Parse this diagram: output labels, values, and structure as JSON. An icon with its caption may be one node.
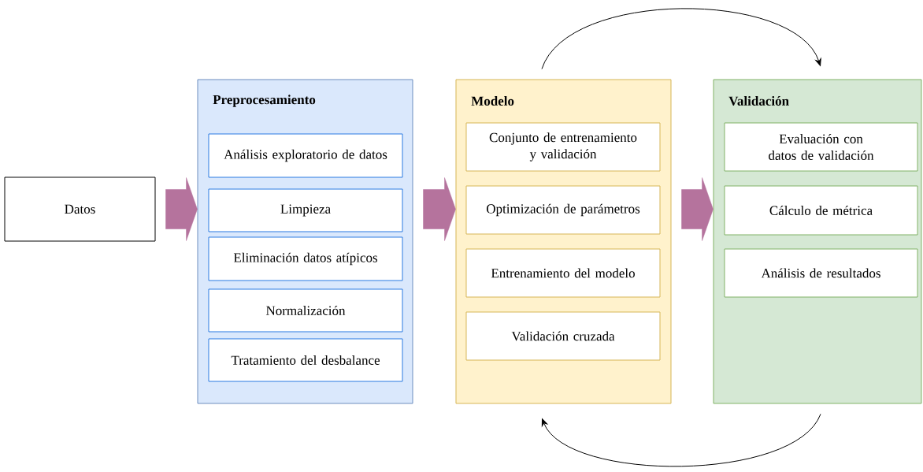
{
  "diagram": {
    "nodes": [
      {
        "text": [
          "Datos"
        ]
      },
      {
        "text": [
          "Preprocesamiento"
        ]
      },
      {
        "text": [
          "Análisis exploratorio de datos"
        ],
        "in": 1
      },
      {
        "text": [
          "Limpieza"
        ],
        "in": 1
      },
      {
        "text": [
          "Eliminación datos atípicos"
        ],
        "in": 1
      },
      {
        "text": [
          "Normalización"
        ],
        "in": 1
      },
      {
        "text": [
          "Tratamiento del desbalance"
        ],
        "in": 1
      },
      {
        "text": [
          "Modelo"
        ]
      },
      {
        "text": [
          "Conjunto de entrenamiento y validación"
        ],
        "in": 7
      },
      {
        "text": [
          "Optimización de parámetros"
        ],
        "in": 7
      },
      {
        "text": [
          "Entrenamiento del modelo"
        ],
        "in": 7
      },
      {
        "text": [
          "Validación cruzada"
        ],
        "in": 7
      },
      {
        "text": [
          "Validación"
        ]
      },
      {
        "text": [
          "Evaluación con datos de validación"
        ],
        "in": 12
      },
      {
        "text": [
          "Cálculo de métrica"
        ],
        "in": 12
      },
      {
        "text": [
          "Análisis de resultados"
        ],
        "in": 12
      }
    ],
    "edges": [
      {
        "from": 0,
        "to": 1,
        "arrow": "to",
        "color": "#b5739d"
      },
      {
        "from": 1,
        "to": 7,
        "arrow": "to",
        "color": "#b5739d"
      },
      {
        "from": 7,
        "to": 12,
        "arrow": "to",
        "color": "#b5739d"
      },
      {
        "from": 7,
        "to": 12,
        "arrow": "to",
        "color": "#000000"
      },
      {
        "from": 12,
        "to": 7,
        "arrow": "to",
        "color": "#000000"
      }
    ]
  }
}
